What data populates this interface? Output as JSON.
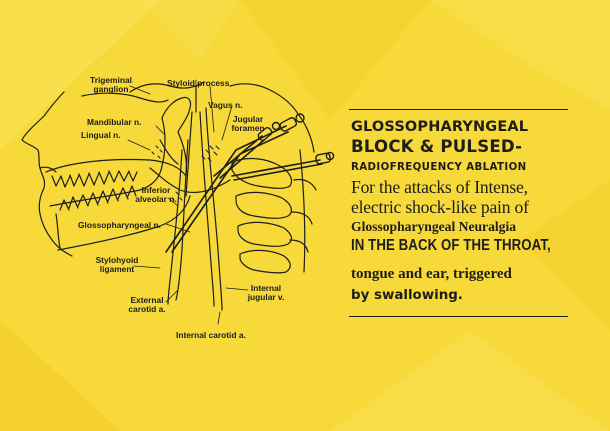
{
  "diagram": {
    "labels": {
      "trigeminal_ganglion": "Trigeminal\nganglion",
      "styloid_process": "Styloid process",
      "vagus_n": "Vagus n.",
      "jugular_foramen": "Jugular\nforamen",
      "mandibular_n": "Mandibular n.",
      "lingual_n": "Lingual n.",
      "inferior_alveolar_n": "Inferior\nalveolar n.",
      "glossopharyngeal_n": "Glossopharyngeal n.",
      "stylohyoid_ligament": "Stylohyoid\nligament",
      "external_carotid_a": "External\ncarotid a.",
      "internal_jugular_v": "Internal\njugular v.",
      "internal_carotid_a": "Internal carotid a."
    }
  },
  "headline": {
    "line1": "GLOSSOPHARYNGEAL",
    "line2": "BLOCK & PULSED-",
    "line3": "RADIOFREQUENCY ABLATION",
    "line4": "For the attacks of Intense,",
    "line5": "electric shock-like pain of",
    "line6": "Glossopharyngeal Neuralgia",
    "line7": "IN THE BACK OF THE THROAT,",
    "line8": "tongue and ear, triggered",
    "line9": "by swallowing."
  },
  "colors": {
    "background": "#f7d93a",
    "ink": "#1d1d1b"
  }
}
